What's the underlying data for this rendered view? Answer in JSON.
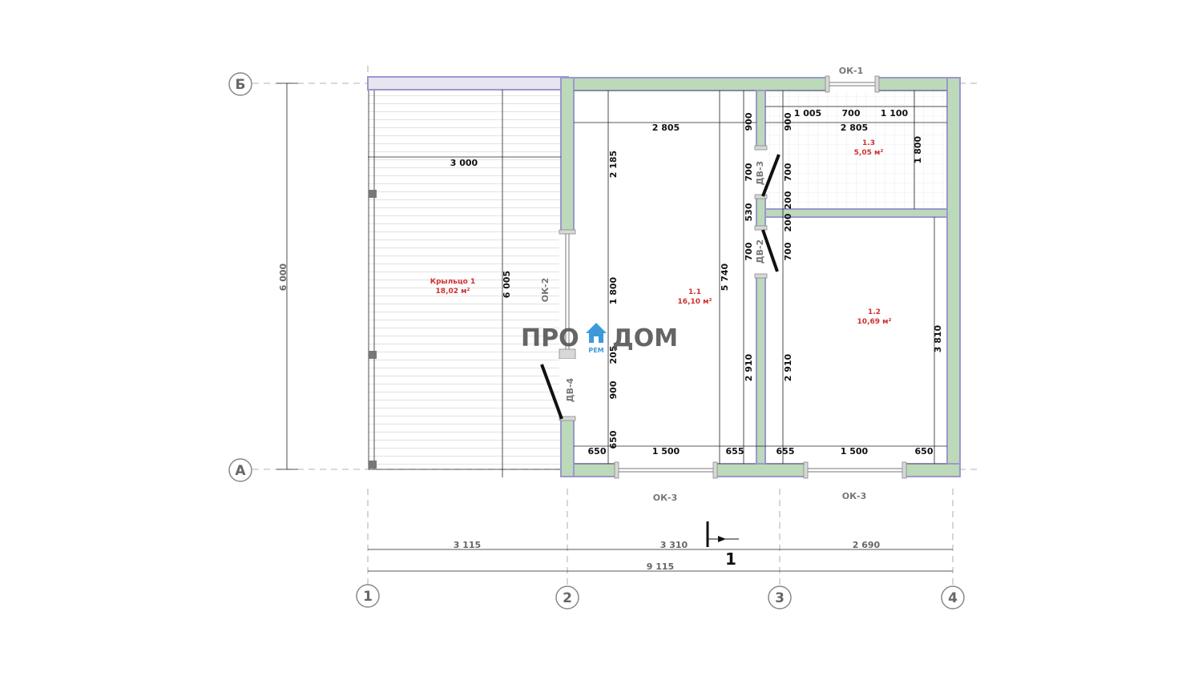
{
  "axes": {
    "columns": [
      "1",
      "2",
      "3",
      "4"
    ],
    "rows": [
      "Б",
      "А"
    ]
  },
  "overall": {
    "height": "6 000",
    "width": "9 115",
    "bays": [
      "3 115",
      "3 310",
      "2 690"
    ]
  },
  "rooms": [
    {
      "id": "porch",
      "name": "Крыльцо 1",
      "area": "18,02 м²"
    },
    {
      "id": "r11",
      "name": "1.1",
      "area": "16,10 м²"
    },
    {
      "id": "r12",
      "name": "1.2",
      "area": "10,69 м²"
    },
    {
      "id": "r13",
      "name": "1.3",
      "area": "5,05 м²"
    }
  ],
  "openings": {
    "ok1": "ОК-1",
    "ok2": "ОК-2",
    "ok3a": "ОК-3",
    "ok3b": "ОК-3",
    "dv2": "ДВ-2",
    "dv3": "ДВ-3",
    "dv4": "ДВ-4"
  },
  "dims": {
    "porch_w": "3 000",
    "porch_h": "6 005",
    "r11_w": "2 805",
    "r11_h": "5 740",
    "r11_top": "2 185",
    "r11_mid": "1 800",
    "r11_205": "205",
    "r11_900": "900",
    "r11_650": "650",
    "r13_w": "2 805",
    "r13_a": "1 005",
    "r13_b": "700",
    "r13_c": "1 100",
    "r13_h": "1 800",
    "r12_h": "3 810",
    "p_900a": "900",
    "p_900b": "900",
    "p_700a": "700",
    "p_700b": "700",
    "p_530": "530",
    "p_200a": "200",
    "p_200b": "200",
    "p_700c": "700",
    "p_700d": "700",
    "p_2910a": "2 910",
    "p_2910b": "2 910",
    "b_650a": "650",
    "b_1500a": "1 500",
    "b_655a": "655",
    "b_655b": "655",
    "b_1500b": "1 500",
    "b_650b": "650"
  },
  "section": {
    "number": "1"
  },
  "logo": {
    "left": "ПРО",
    "right": "ДОМ",
    "sub": "РЕМ"
  },
  "colors": {
    "wall_fill": "#bcd9b9",
    "wall_outline": "#9b98cc",
    "room_text": "#d03030",
    "door": "#111111"
  }
}
